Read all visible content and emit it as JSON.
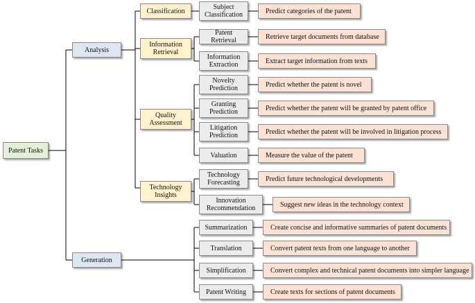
{
  "root": "Patent Tasks",
  "branches": [
    {
      "key": "analysis",
      "label": "Analysis"
    },
    {
      "key": "generation",
      "label": "Generation"
    }
  ],
  "groups": {
    "classification": "Classification",
    "information_retrieval": "Information Retrieval",
    "quality_assessment": "Quality Assessment",
    "technology_insights": "Technology Insights"
  },
  "tasks": [
    {
      "label": "Subject Classification",
      "desc": "Predict categories of the patent"
    },
    {
      "label": "Patent Retrieval",
      "desc": "Retrieve target documents from database"
    },
    {
      "label": "Information Extraction",
      "desc": "Extract target information from texts"
    },
    {
      "label": "Novelty Prediction",
      "desc": "Predict whether the patent is novel"
    },
    {
      "label": "Granting Prediction",
      "desc": "Predict whether the patent will be granted by patent office"
    },
    {
      "label": "Litigation Prediction",
      "desc": "Predict whether the patent will be involved in litigation process"
    },
    {
      "label": "Valuation",
      "desc": "Measure the value of the patent"
    },
    {
      "label": "Technology Forecasting",
      "desc": "Predict future technological developments"
    },
    {
      "label": "Innovation Recommendation",
      "desc": "Suggest new ideas in the technology context"
    },
    {
      "label": "Summarization",
      "desc": "Create concise and informative summaries of patent documents"
    },
    {
      "label": "Translation",
      "desc": "Convert patent texts from one language to another"
    },
    {
      "label": "Simplification",
      "desc": "Convert complex and technical patent documents into simpler language"
    },
    {
      "label": "Patent Writing",
      "desc": "Create texts for sections of patent documents"
    }
  ]
}
